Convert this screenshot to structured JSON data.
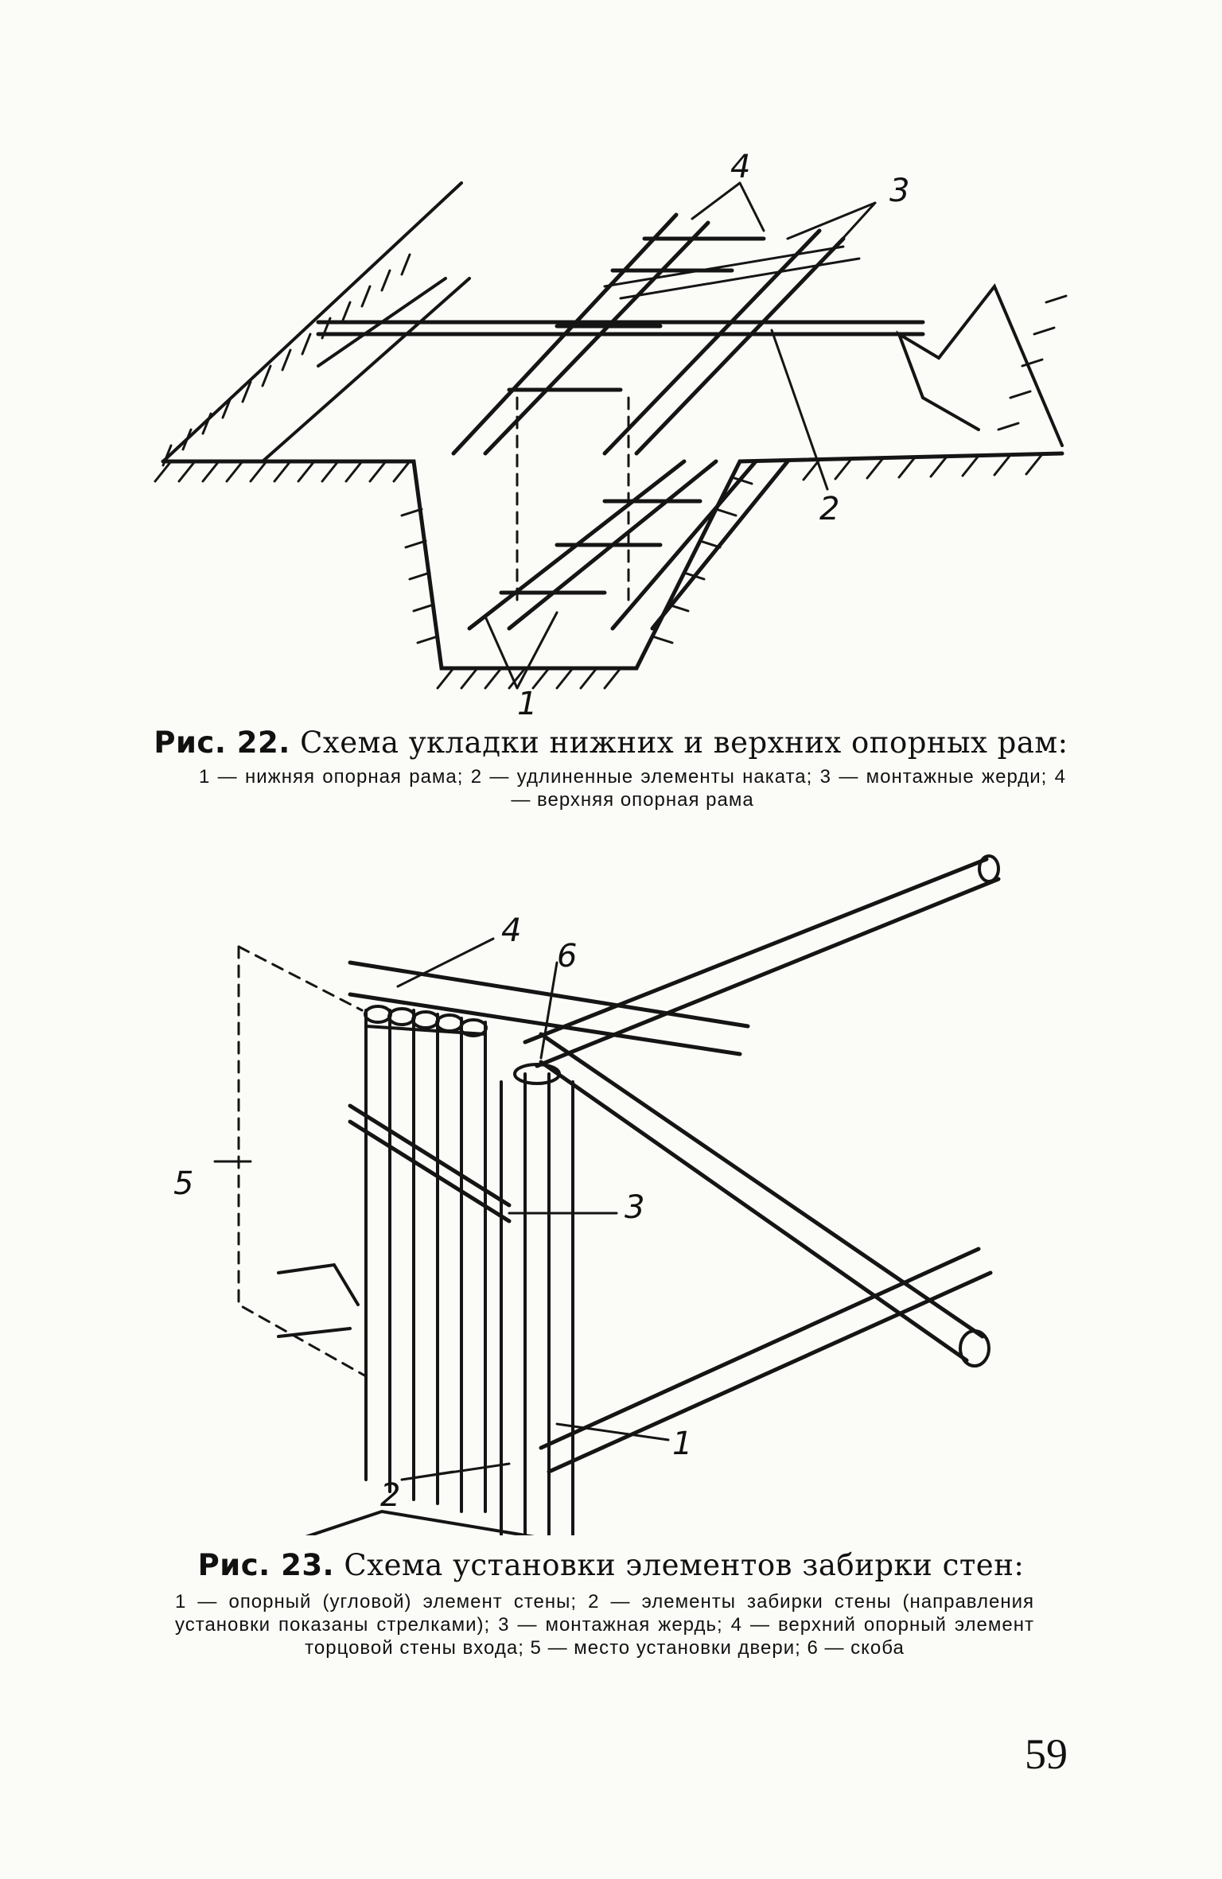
{
  "figure22": {
    "labels": {
      "l1": "1",
      "l2": "2",
      "l3": "3",
      "l4": "4"
    },
    "caption_number": "Рис. 22.",
    "caption_title": "Схема укладки нижних и верхних опорных рам:",
    "legend": "1 — нижняя опорная рама; 2 — удлиненные элементы наката; 3 — монтажные жерди; 4 — верхняя опорная рама"
  },
  "figure23": {
    "labels": {
      "l1": "1",
      "l2": "2",
      "l3": "3",
      "l4": "4",
      "l5": "5",
      "l6": "6"
    },
    "caption_number": "Рис. 23.",
    "caption_title": "Схема установки элементов забирки стен:",
    "legend": "1 — опорный (угловой) элемент стены; 2 — элементы забирки стены (направления установки показаны стрелками); 3 — монтажная жердь; 4 — верхний опорный элемент торцовой стены входа; 5 — место установки двери; 6 — скоба"
  },
  "page_number": "59"
}
